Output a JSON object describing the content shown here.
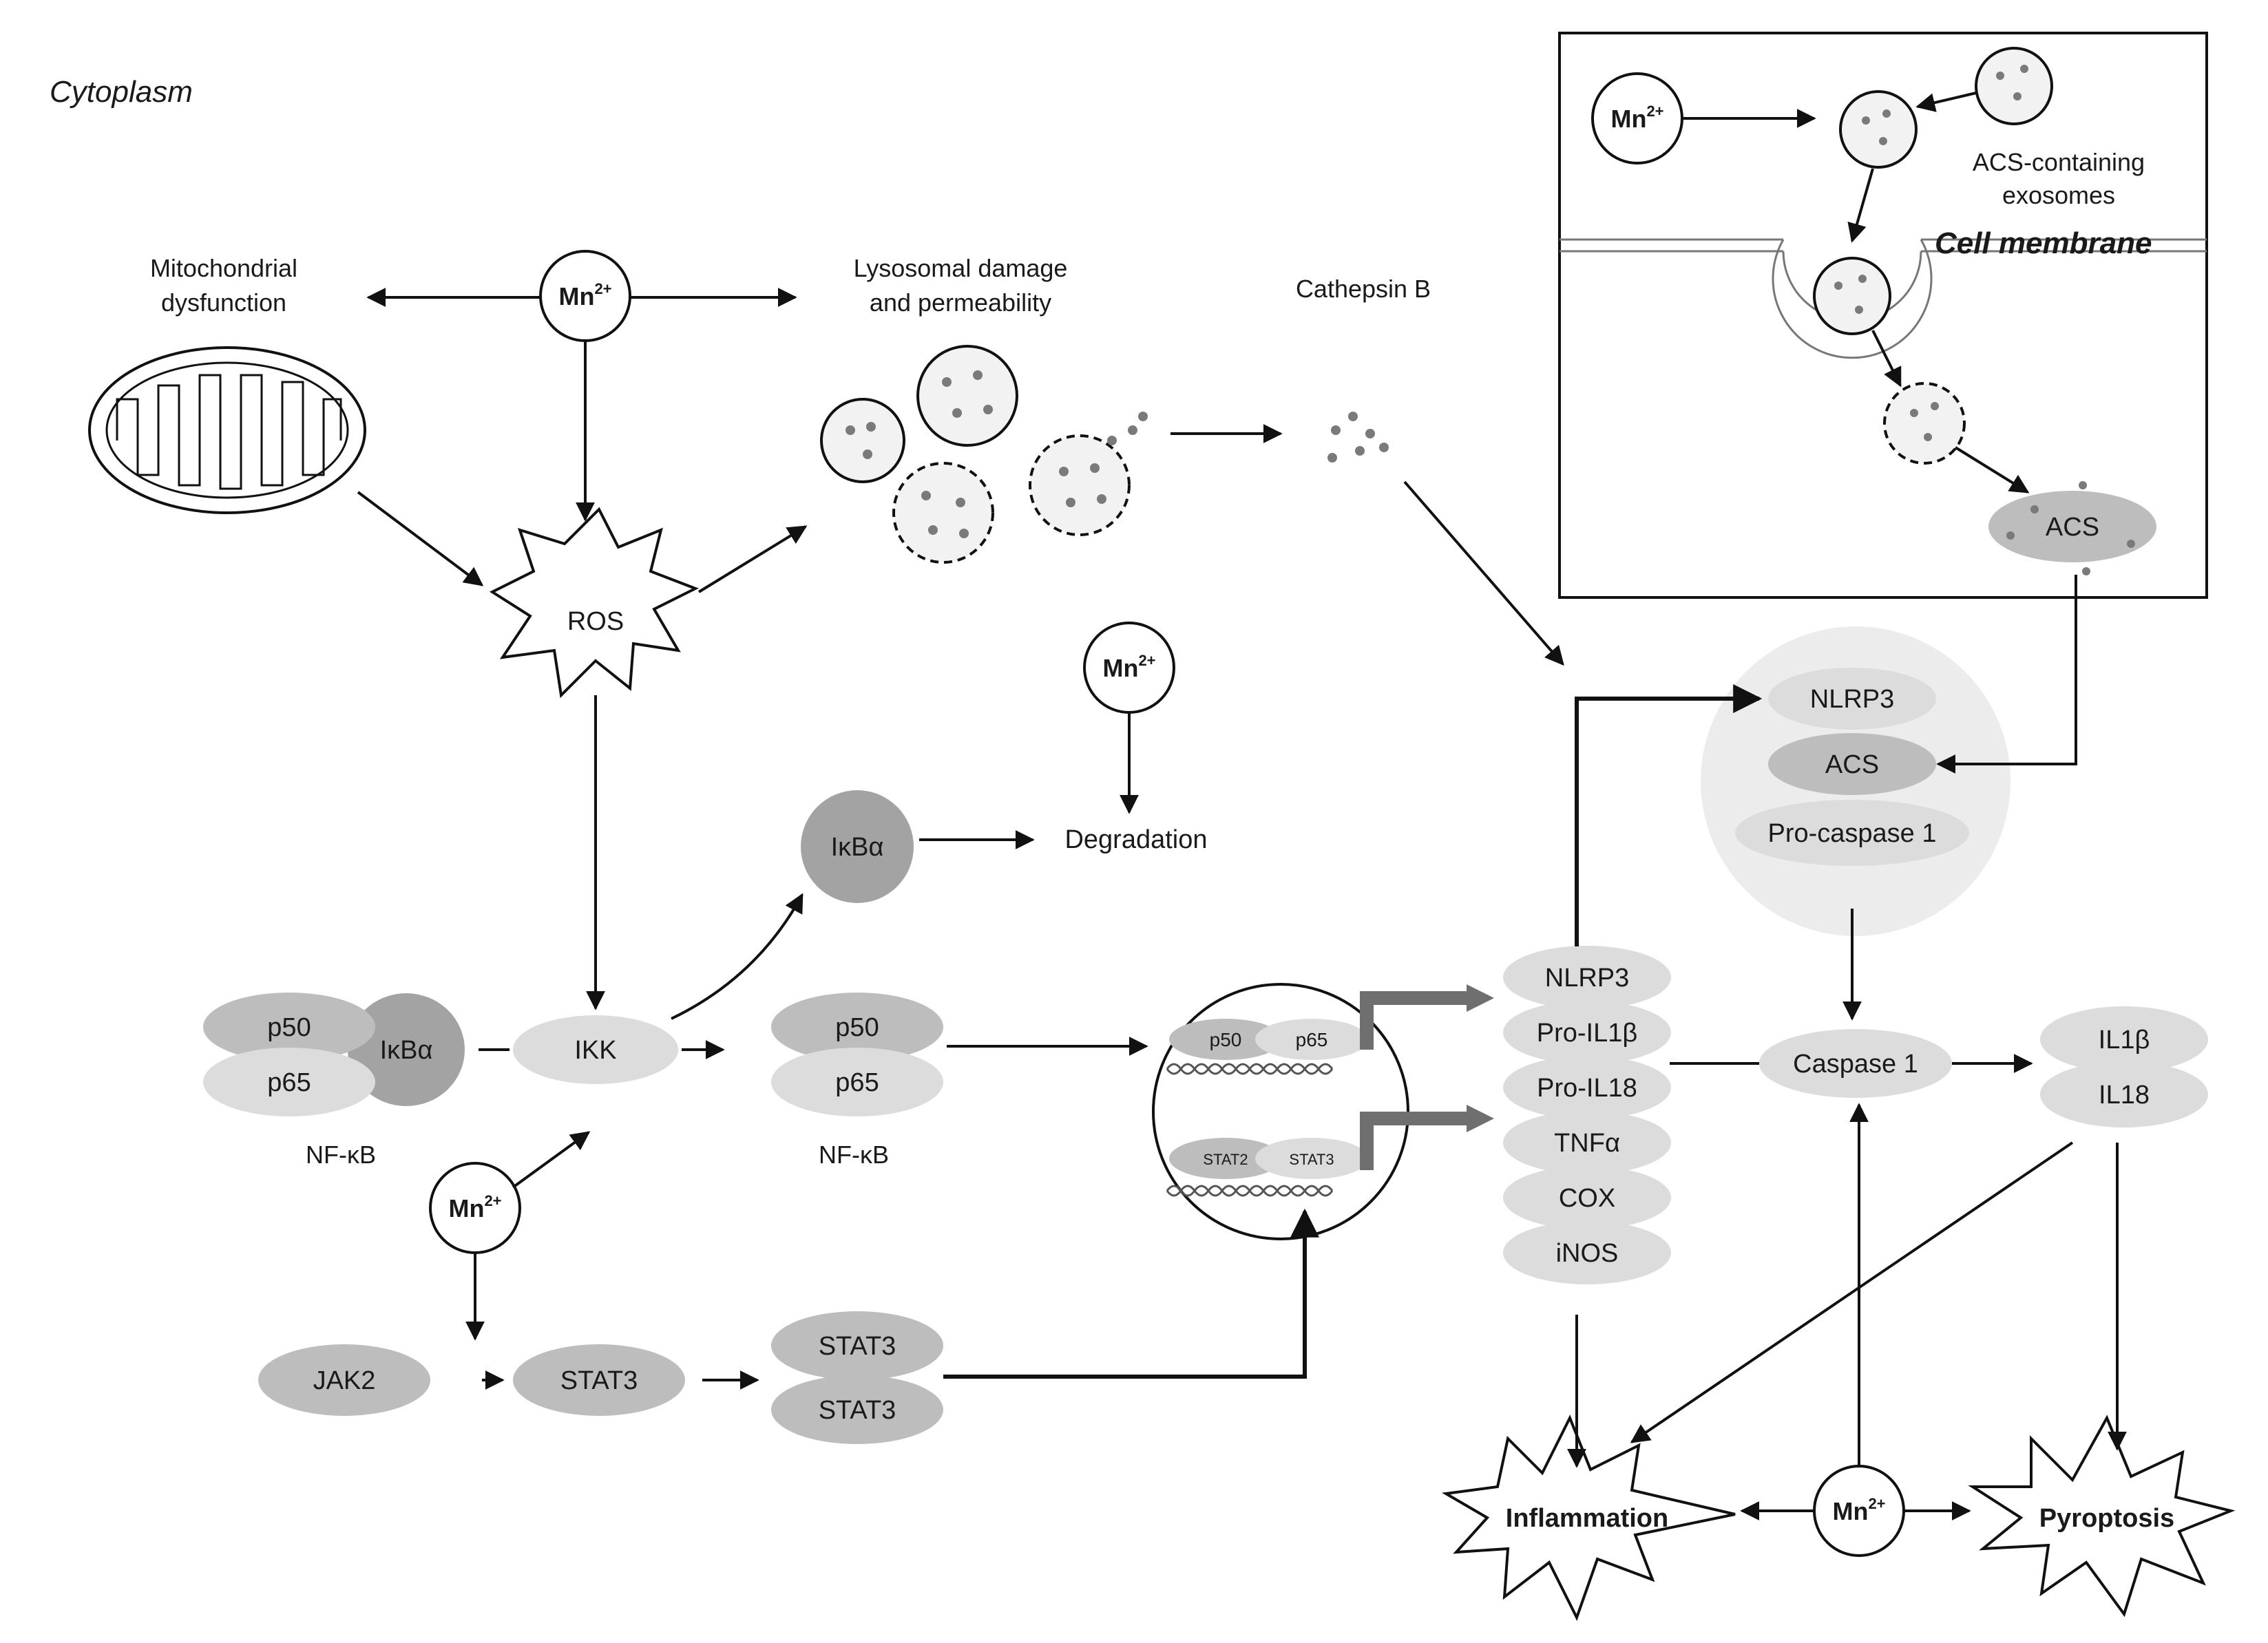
{
  "regions": {
    "cytoplasm": "Cytoplasm",
    "cell_membrane": "Cell membrane"
  },
  "mn_label": "Mn",
  "mn_charge": "2+",
  "labels": {
    "mito": [
      "Mitochondrial",
      "dysfunction"
    ],
    "lyso": [
      "Lysosomal damage",
      "and permeability"
    ],
    "cathepsin": "Cathepsin B",
    "exosomes": [
      "ACS-containing",
      "exosomes"
    ],
    "degradation": "Degradation",
    "nfkb_left": "NF-κB",
    "nfkb_right": "NF-κB"
  },
  "proteins": {
    "ros": "ROS",
    "p50": "p50",
    "p65": "p65",
    "ikba": "IκBα",
    "ikk": "IKK",
    "jak2": "JAK2",
    "stat3": "STAT3",
    "acs": "ACS",
    "nlrp3": "NLRP3",
    "pro_caspase1": "Pro-caspase 1",
    "caspase1": "Caspase 1",
    "il1b": "IL1β",
    "il18": "IL18",
    "nucleus_stat_a": "STAT2",
    "nucleus_stat_b": "STAT3"
  },
  "gene_stack": [
    "NLRP3",
    "Pro-IL1β",
    "Pro-IL18",
    "TNFα",
    "COX",
    "iNOS"
  ],
  "outcomes": {
    "inflammation": "Inflammation",
    "pyroptosis": "Pyroptosis"
  },
  "colors": {
    "oval_mid": "#bdbdbd",
    "oval_light": "#dcdcdc",
    "oval_dark": "#a3a3a3",
    "inflammasome_halo": "#ececec",
    "nuclear_arrow": "#6f6f6f"
  }
}
